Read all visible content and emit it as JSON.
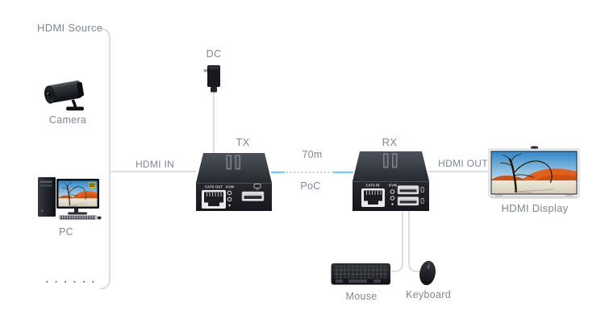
{
  "diagram": {
    "source_group": {
      "label": "HDMI Source",
      "camera_label": "Camera",
      "pc_label": "PC",
      "more_dots": "▪ ▪ ▪ ▪ ▪ ▪"
    },
    "power": {
      "dc_label": "DC"
    },
    "transmitter": {
      "label": "TX",
      "rj45_label": "CAT6 OUT",
      "kvm_label": "KVM"
    },
    "receiver": {
      "label": "RX",
      "rj45_label": "CAT6 IN",
      "kvm_label": "KVM"
    },
    "links": {
      "hdmi_in": "HDMI IN",
      "hdmi_out": "HDMI OUT",
      "distance": "70m",
      "poc": "PoC"
    },
    "peripherals": {
      "keyboard_icon_label": "Mouse",
      "mouse_icon_label": "Keyboard"
    },
    "display": {
      "label": "HDMI Display"
    },
    "colors": {
      "accent_cyan": "#72cdf0",
      "line_gray": "#cfd3d7",
      "text_gray": "#7e8791",
      "device_black": "#1b1e23"
    }
  }
}
